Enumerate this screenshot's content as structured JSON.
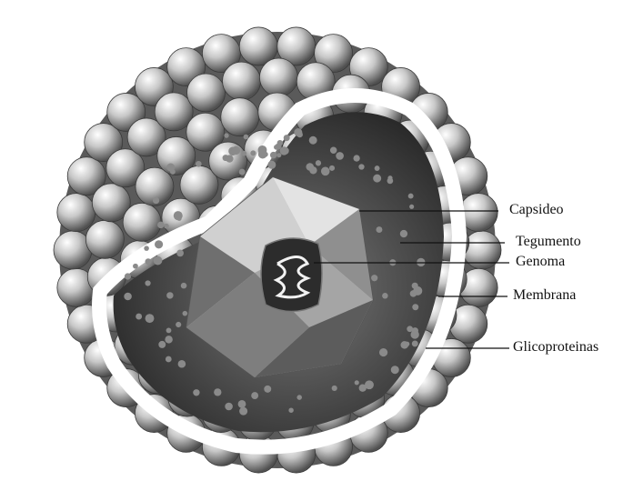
{
  "labels": {
    "capsid": "Capsideo",
    "tegument": "Tegumento",
    "genome": "Genoma",
    "membrane": "Membrana",
    "glycoproteins": "Glicoproteinas"
  },
  "colors": {
    "sphere_light": "#f2f2f2",
    "sphere_dark": "#4a4a4a",
    "interior": "#3a3a3a",
    "tegument_dots": "#888888",
    "membrane": "#ffffff",
    "line": "#111111"
  }
}
